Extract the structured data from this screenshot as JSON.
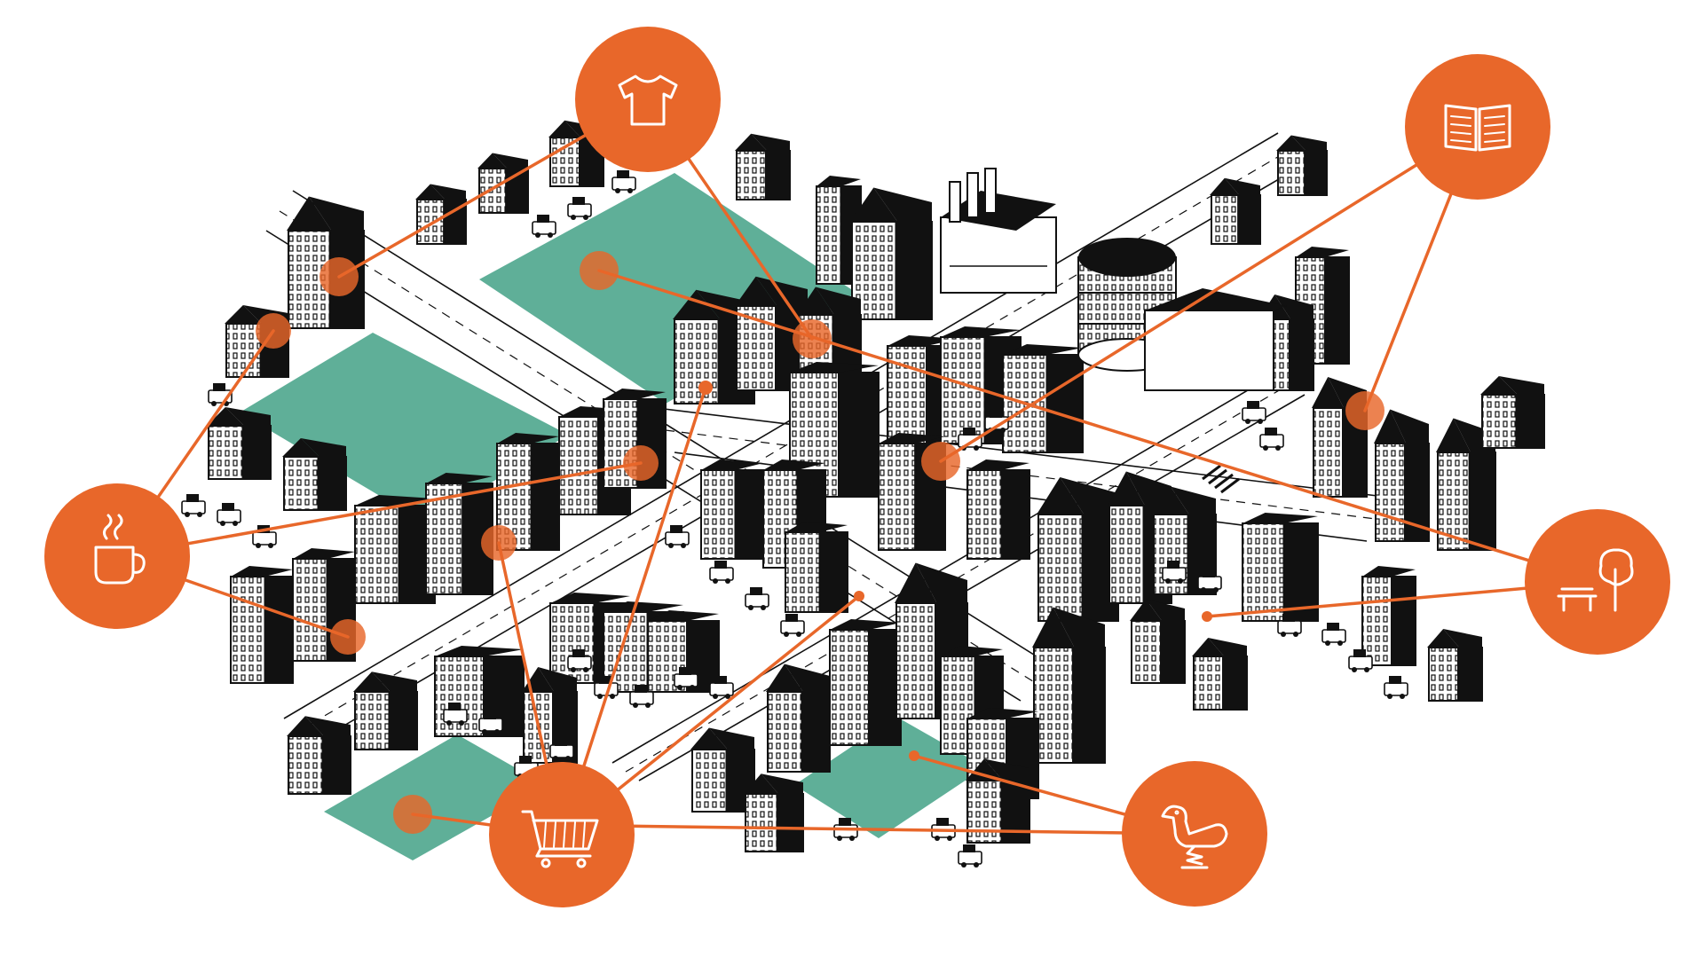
{
  "colors": {
    "accent": "#e8672a",
    "green": "#5faf98",
    "ink": "#111111",
    "paper": "#ffffff"
  },
  "hubs": [
    {
      "id": "clothing",
      "icon": "t-shirt-icon"
    },
    {
      "id": "books",
      "icon": "open-book-icon"
    },
    {
      "id": "cafe",
      "icon": "coffee-cup-icon"
    },
    {
      "id": "park",
      "icon": "bench-tree-icon"
    },
    {
      "id": "shopping",
      "icon": "shopping-cart-icon"
    },
    {
      "id": "playground",
      "icon": "spring-rider-duck-icon"
    }
  ],
  "connections": [
    {
      "from": "clothing",
      "to": "clothing-site-1"
    },
    {
      "from": "clothing",
      "to": "clothing-site-2"
    },
    {
      "from": "books",
      "to": "books-site-1"
    },
    {
      "from": "books",
      "to": "books-site-2"
    },
    {
      "from": "cafe",
      "to": "cafe-site-1"
    },
    {
      "from": "cafe",
      "to": "cafe-site-2"
    },
    {
      "from": "cafe",
      "to": "cafe-site-3"
    },
    {
      "from": "park",
      "to": "park-site-1"
    },
    {
      "from": "park",
      "to": "park-site-2"
    },
    {
      "from": "shopping",
      "to": "shopping-site-1"
    },
    {
      "from": "shopping",
      "to": "shopping-site-2"
    },
    {
      "from": "shopping",
      "to": "shopping-site-3"
    },
    {
      "from": "shopping",
      "to": "shopping-site-4"
    },
    {
      "from": "playground",
      "to": "playground-site-1"
    },
    {
      "from": "playground",
      "to": "playground-site-2"
    }
  ]
}
